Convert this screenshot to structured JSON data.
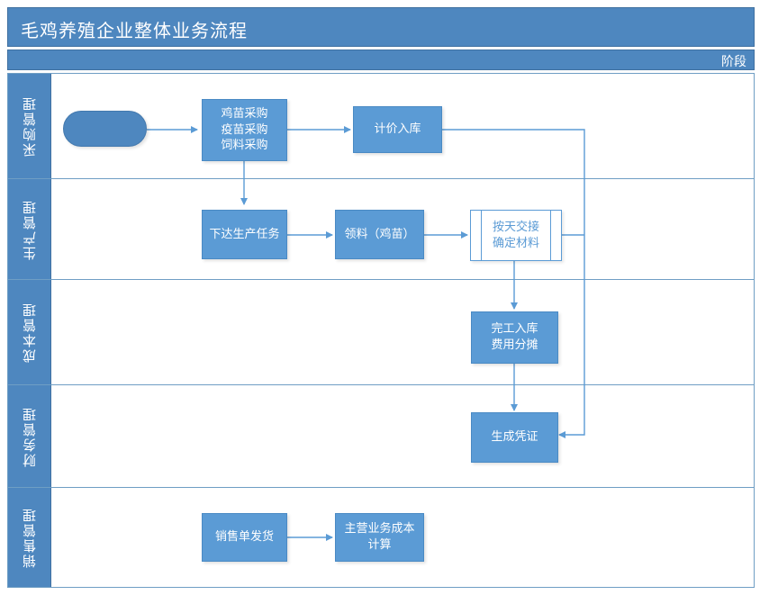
{
  "header": {
    "title": "毛鸡养殖企业整体业务流程",
    "phase_label": "阶段",
    "title_bg": "#4e87bf",
    "title_color": "#ffffff"
  },
  "theme": {
    "lane_header_bg": "#4e87bf",
    "node_fill": "#5b9bd5",
    "node_border": "#4a8ac4",
    "start_fill": "#4e87bf",
    "predefined_fill": "#ffffff",
    "predefined_text": "#5b9bd5",
    "connector": "#5b9bd5",
    "frame_border": "#6f9ec4",
    "canvas_bg": "#ffffff"
  },
  "lanes": [
    {
      "id": "purchasing",
      "label": "采购管理"
    },
    {
      "id": "production",
      "label": "生产管理"
    },
    {
      "id": "cost",
      "label": "成本管理"
    },
    {
      "id": "finance",
      "label": "财务管理"
    },
    {
      "id": "sales",
      "label": "销售管理"
    }
  ],
  "nodes": [
    {
      "id": "start",
      "lane": "purchasing",
      "shape": "start",
      "label": ""
    },
    {
      "id": "purchase",
      "lane": "purchasing",
      "shape": "process",
      "label": "鸡苗采购\n疫苗采购\n饲料采购"
    },
    {
      "id": "price-in",
      "lane": "purchasing",
      "shape": "process",
      "label": "计价入库"
    },
    {
      "id": "prod-task",
      "lane": "production",
      "shape": "process",
      "label": "下达生产任务"
    },
    {
      "id": "issue-mat",
      "lane": "production",
      "shape": "process",
      "label": "领料（鸡苗）"
    },
    {
      "id": "daily-handover",
      "lane": "production",
      "shape": "predefined",
      "label": "按天交接\n确定材料"
    },
    {
      "id": "finish-in",
      "lane": "cost",
      "shape": "process",
      "label": "完工入库\n费用分摊"
    },
    {
      "id": "voucher",
      "lane": "finance",
      "shape": "process",
      "label": "生成凭证"
    },
    {
      "id": "sales-ship",
      "lane": "sales",
      "shape": "process",
      "label": "销售单发货"
    },
    {
      "id": "cogs",
      "lane": "sales",
      "shape": "process",
      "label": "主营业务成本\n计算"
    }
  ],
  "edges": [
    {
      "from": "start",
      "to": "purchase"
    },
    {
      "from": "purchase",
      "to": "price-in"
    },
    {
      "from": "purchase",
      "to": "prod-task"
    },
    {
      "from": "prod-task",
      "to": "issue-mat"
    },
    {
      "from": "issue-mat",
      "to": "daily-handover"
    },
    {
      "from": "daily-handover",
      "to": "finish-in"
    },
    {
      "from": "finish-in",
      "to": "voucher"
    },
    {
      "from": "price-in",
      "to": "voucher"
    },
    {
      "from": "daily-handover",
      "to": "voucher"
    },
    {
      "from": "sales-ship",
      "to": "cogs"
    }
  ]
}
